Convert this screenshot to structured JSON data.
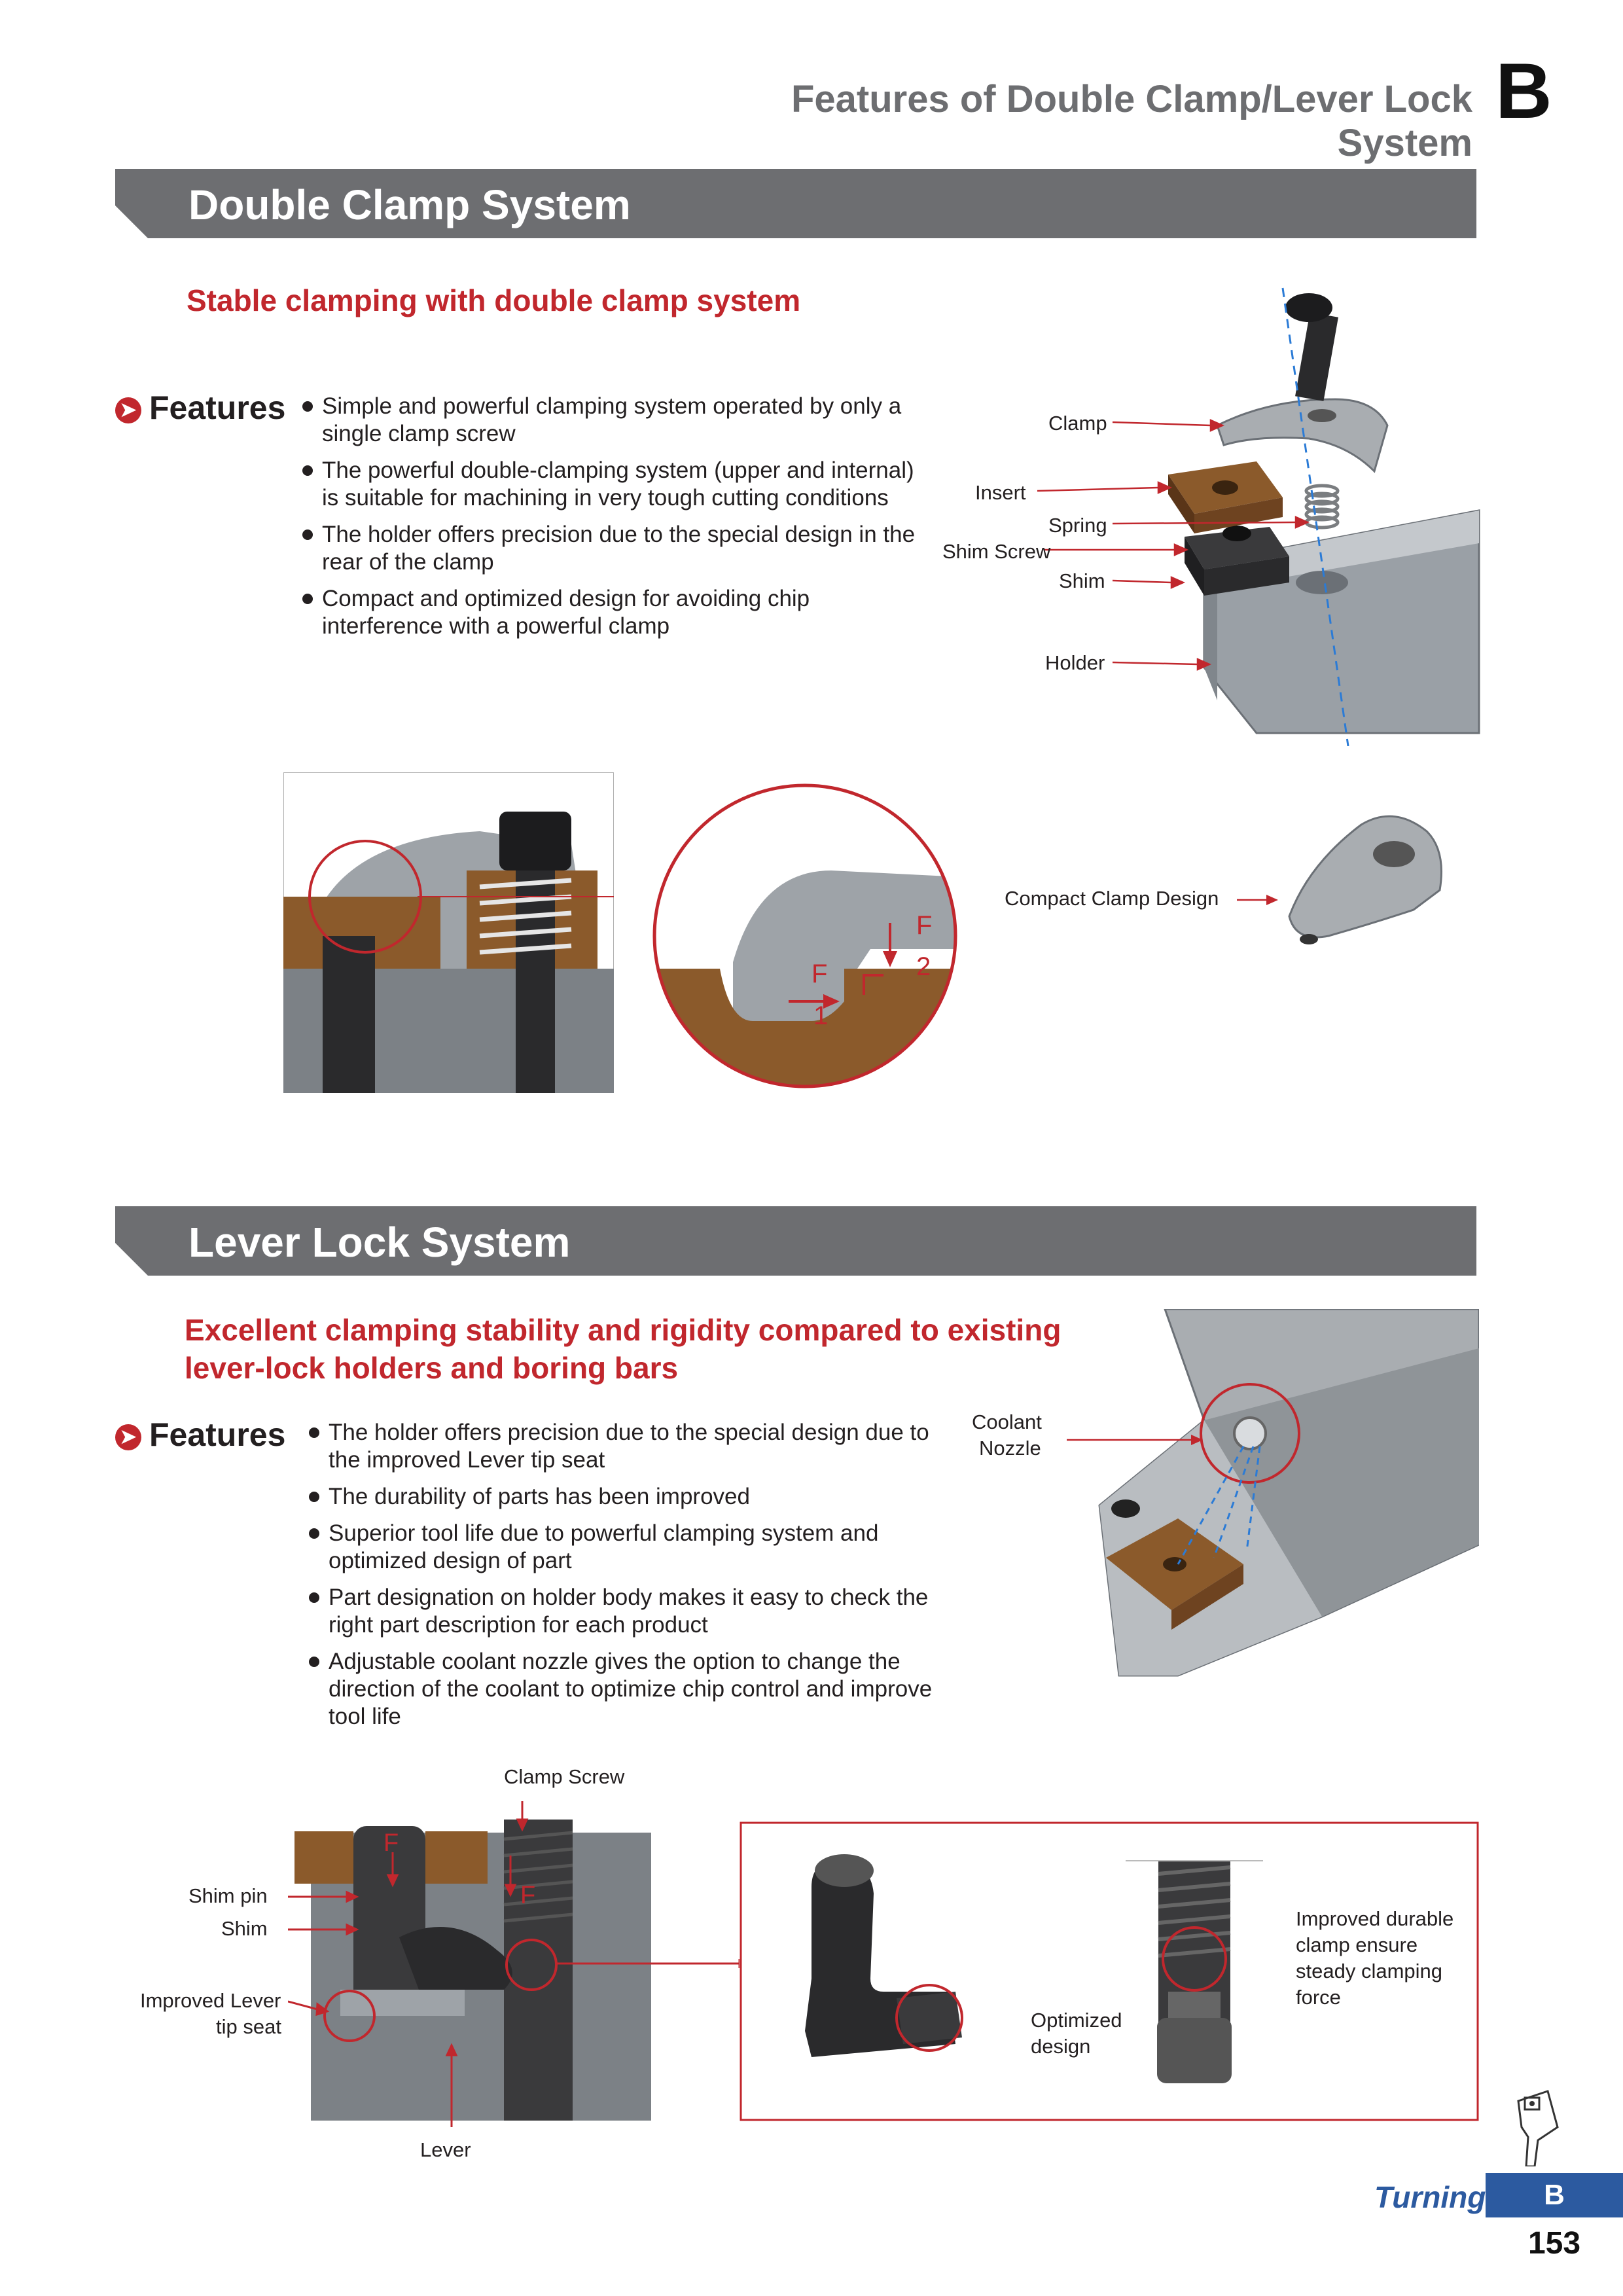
{
  "header": {
    "title": "Features of Double Clamp/Lever Lock System",
    "section_letter": "B"
  },
  "double_clamp": {
    "bar_title": "Double Clamp System",
    "subheading": "Stable clamping with double clamp system",
    "features_label": "Features",
    "bullets": [
      "Simple and powerful clamping system operated by only a single clamp screw",
      "The powerful double-clamping system (upper and internal) is suitable for machining in very tough cutting conditions",
      "The holder offers precision due to the special design in the rear of the clamp",
      "Compact and optimized design for avoiding chip interference with a powerful clamp"
    ],
    "exploded_labels": {
      "clamp": "Clamp",
      "insert": "Insert",
      "spring": "Spring",
      "shim_screw": "Shim Screw",
      "shim": "Shim",
      "holder": "Holder"
    },
    "force_labels": {
      "f1_letter": "F",
      "f1_index": "1",
      "f2_letter": "F",
      "f2_index": "2"
    },
    "compact_clamp_label": "Compact Clamp Design"
  },
  "lever_lock": {
    "bar_title": "Lever Lock System",
    "subheading_line1": "Excellent clamping stability and rigidity compared to existing",
    "subheading_line2": "lever-lock holders and boring bars",
    "features_label": "Features",
    "bullets": [
      "The holder offers precision due to the special design due to the improved Lever tip seat",
      "The durability of parts has been improved",
      "Superior tool life due to powerful clamping system and optimized design of part",
      "Part designation on holder body makes it easy to check the right part description for each product",
      "Adjustable coolant nozzle gives the option to change the direction of the coolant to optimize chip control and improve tool life"
    ],
    "coolant_label_line1": "Coolant",
    "coolant_label_line2": "Nozzle",
    "labels": {
      "clamp_screw": "Clamp Screw",
      "shim_pin": "Shim pin",
      "shim": "Shim",
      "lever_seat_line1": "Improved Lever",
      "lever_seat_line2": "tip seat",
      "lever": "Lever",
      "optimized_line1": "Optimized",
      "optimized_line2": "design",
      "durable_line1": "Improved durable",
      "durable_line2": "clamp ensure",
      "durable_line3": "steady clamping",
      "durable_line4": "force"
    },
    "force_labels": {
      "f_top": "F",
      "f_side": "F"
    }
  },
  "footer": {
    "category": "Turning",
    "section_letter": "B",
    "page_number": "153"
  },
  "colors": {
    "accent_red": "#c1272d",
    "bar_gray": "#6d6e71",
    "footer_blue": "#2c5aa0",
    "insert_bronze": "#8b5a2b"
  }
}
